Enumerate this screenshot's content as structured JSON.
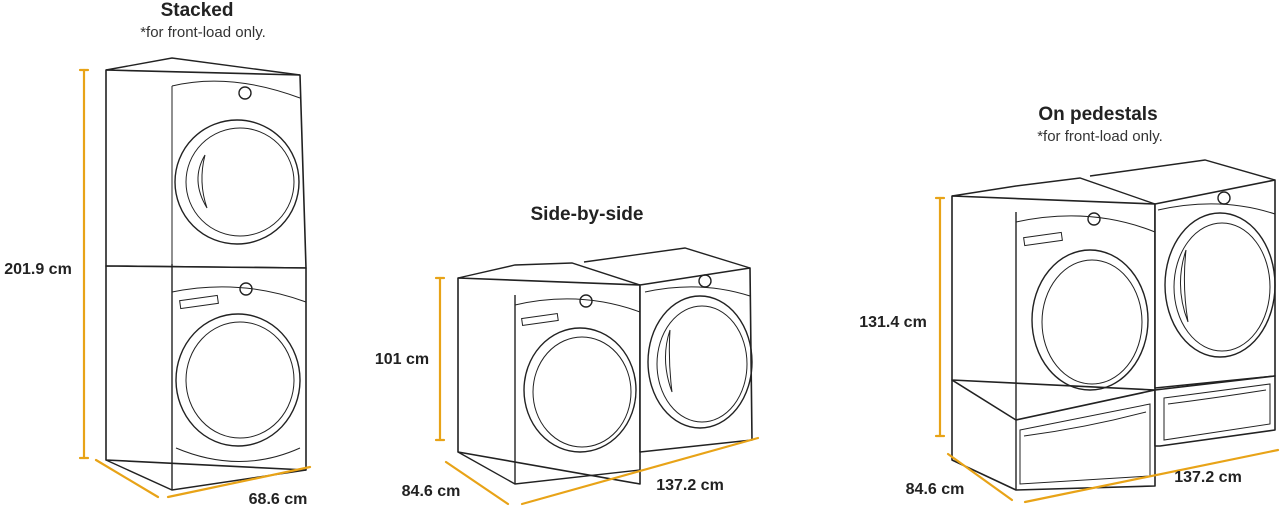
{
  "stacked": {
    "title": "Stacked",
    "note": "*for front-load only.",
    "height": "201.9 cm",
    "width": "68.6 cm"
  },
  "side_by_side": {
    "title": "Side-by-side",
    "height": "101 cm",
    "depth": "84.6 cm",
    "width": "137.2 cm"
  },
  "pedestals": {
    "title": "On pedestals",
    "note": "*for front-load only.",
    "height": "131.4 cm",
    "depth": "84.6 cm",
    "width": "137.2 cm"
  },
  "accent_color": "#E8A317",
  "line_color": "#222222"
}
